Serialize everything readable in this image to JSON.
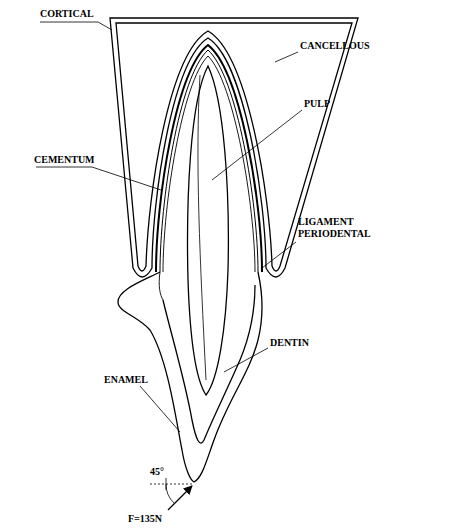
{
  "diagram": {
    "labels": [
      "CORTICAL",
      "CANCELLOUS",
      "CEMENTUM",
      "PULP",
      "LIGAMENT PERIODENTAL",
      "DENTIN",
      "ENAMEL",
      "45°",
      "F=135N"
    ]
  }
}
